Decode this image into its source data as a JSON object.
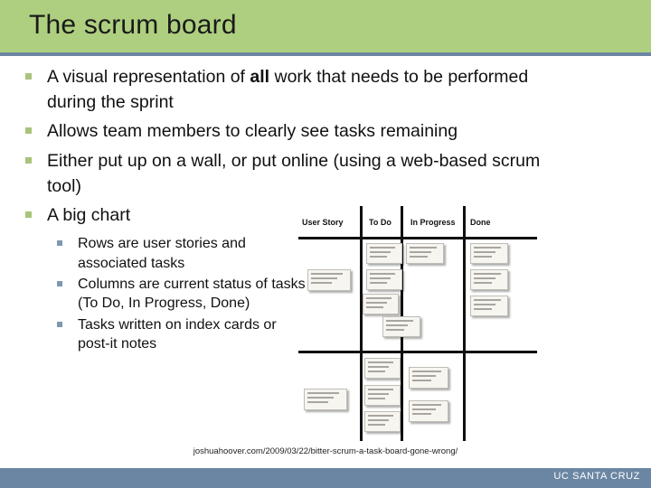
{
  "slide": {
    "title": "The scrum board",
    "header_color": "#aecf7f",
    "rule_color": "#6b86a3",
    "bullet_color": "#a8c47a",
    "sub_bullet_color": "#7f97b0"
  },
  "bullets": [
    {
      "level": 1,
      "text_before": "A visual representation of ",
      "emphasis": "all",
      "text_after": " work that needs to be performed during the sprint"
    },
    {
      "level": 1,
      "text": "Allows team members to clearly see tasks remaining"
    },
    {
      "level": 1,
      "text": "Either put up on a wall, or put online (using a web-based scrum tool)"
    },
    {
      "level": 1,
      "text": "A big chart"
    }
  ],
  "sub_bullets": [
    {
      "text": "Rows are user stories and associated tasks"
    },
    {
      "text": "Columns are current status of tasks (To Do, In Progress, Done)"
    },
    {
      "text": "Tasks written on index cards or post-it notes"
    }
  ],
  "board": {
    "columns": [
      "User Story",
      "To Do",
      "In Progress",
      "Done"
    ],
    "rows": 2,
    "note_counts": {
      "row1": {
        "User Story": 1,
        "To Do": 4,
        "In Progress": 1,
        "Done": 3
      },
      "row2": {
        "User Story": 1,
        "To Do": 3,
        "In Progress": 2,
        "Done": 0
      }
    }
  },
  "source": {
    "url": "joshuahoover.com/2009/03/22/bitter-scrum-a-task-board-gone-wrong/"
  },
  "footer": {
    "organization": "UC SANTA CRUZ",
    "band_color": "#6b86a3"
  }
}
